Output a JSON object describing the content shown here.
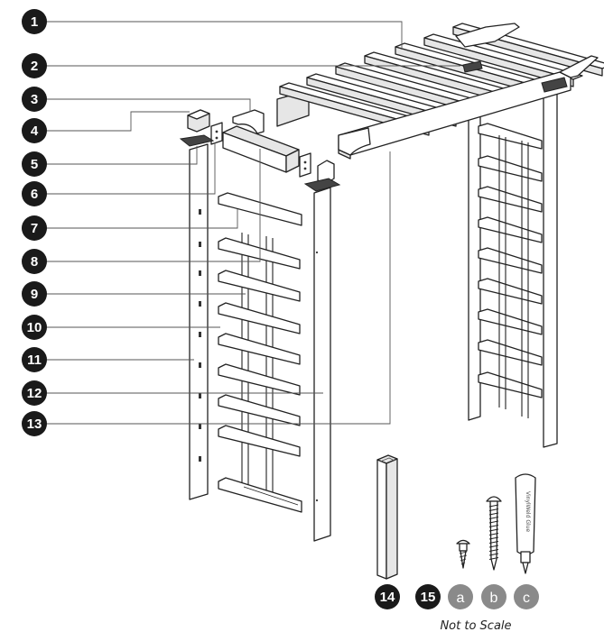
{
  "callouts": [
    {
      "label": "1"
    },
    {
      "label": "2"
    },
    {
      "label": "3"
    },
    {
      "label": "4"
    },
    {
      "label": "5"
    },
    {
      "label": "6"
    },
    {
      "label": "7"
    },
    {
      "label": "8"
    },
    {
      "label": "9"
    },
    {
      "label": "10"
    },
    {
      "label": "11"
    },
    {
      "label": "12"
    },
    {
      "label": "13"
    },
    {
      "label": "14"
    },
    {
      "label": "15"
    }
  ],
  "hardware": [
    {
      "label": "a"
    },
    {
      "label": "b"
    },
    {
      "label": "c"
    }
  ],
  "glue_label": "VinylWeld Glue",
  "caption": "Not to Scale",
  "colors": {
    "callout_dark": "#1a1a1a",
    "hardware_badge": "#8a8a8a",
    "line": "#222222"
  }
}
